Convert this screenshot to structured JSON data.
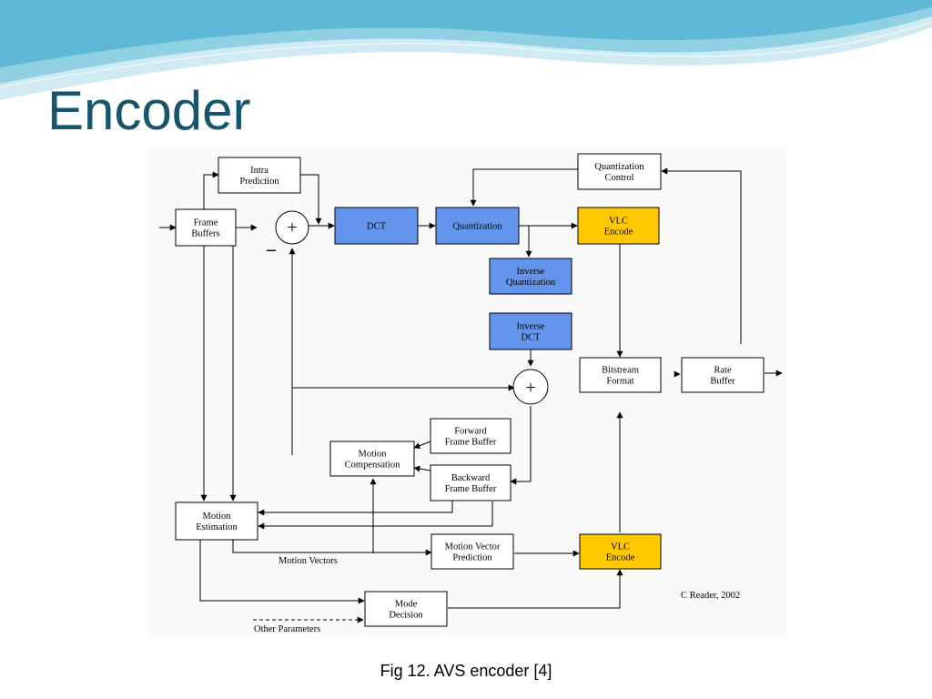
{
  "slide": {
    "title": "Encoder",
    "caption": "Fig 12. AVS encoder  [4]"
  },
  "diagram": {
    "credit": "C Reader, 2002",
    "minus_sign": "–",
    "sum_sign": "+",
    "blocks": {
      "intra_prediction": [
        "Intra",
        "Prediction"
      ],
      "frame_buffers": [
        "Frame",
        "Buffers"
      ],
      "dct": [
        "DCT"
      ],
      "quantization": [
        "Quantization"
      ],
      "quantization_control": [
        "Quantization",
        "Control"
      ],
      "vlc_encode_top": [
        "VLC",
        "Encode"
      ],
      "inverse_quantization": [
        "Inverse",
        "Quantization"
      ],
      "inverse_dct": [
        "Inverse",
        "DCT"
      ],
      "bitstream_format": [
        "Bitstream",
        "Format"
      ],
      "rate_buffer": [
        "Rate",
        "Buffer"
      ],
      "forward_frame_buffer": [
        "Forward",
        "Frame Buffer"
      ],
      "backward_frame_buffer": [
        "Backward",
        "Frame Buffer"
      ],
      "motion_compensation": [
        "Motion",
        "Compensation"
      ],
      "motion_estimation": [
        "Motion",
        "Estimation"
      ],
      "motion_vector_prediction": [
        "Motion Vector",
        "Prediction"
      ],
      "vlc_encode_bottom": [
        "VLC",
        "Encode"
      ],
      "mode_decision": [
        "Mode",
        "Decision"
      ]
    },
    "labels": {
      "motion_vectors": "Motion Vectors",
      "other_parameters": "Other Parameters"
    },
    "colors": {
      "blue_block": "#6495ed",
      "yellow_block": "#ffc800",
      "title": "#17546e"
    }
  }
}
